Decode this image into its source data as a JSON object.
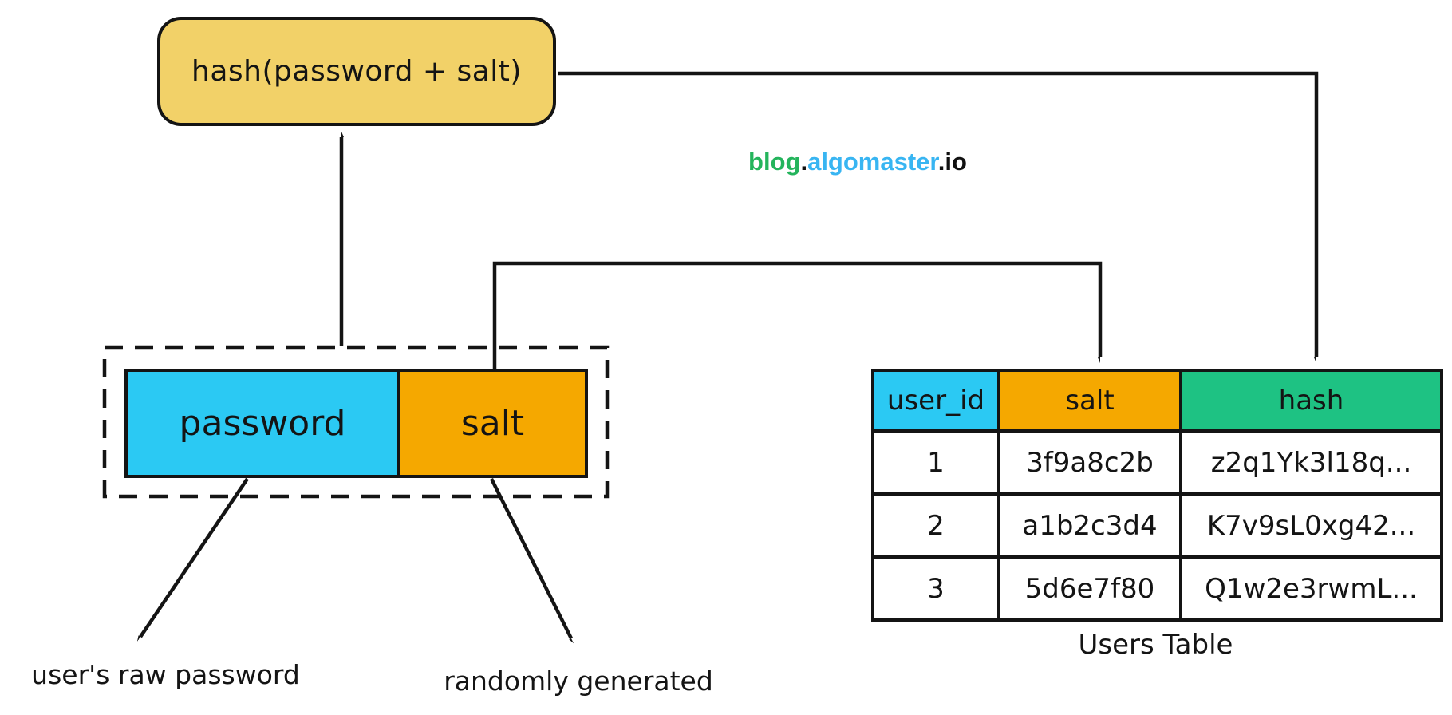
{
  "title_box": {
    "label": "hash(password + salt)"
  },
  "watermark": {
    "blog": "blog",
    "dot": ".",
    "domain": "algomaster",
    "tld": "io"
  },
  "input_box": {
    "password": "password",
    "salt": "salt"
  },
  "notes": {
    "password": "user's raw password",
    "salt": "randomly generated"
  },
  "users_table": {
    "caption": "Users Table",
    "headers": [
      "user_id",
      "salt",
      "hash"
    ],
    "rows": [
      [
        "1",
        "3f9a8c2b",
        "z2q1Yk3l18q..."
      ],
      [
        "2",
        "a1b2c3d4",
        "K7v9sL0xg42..."
      ],
      [
        "3",
        "5d6e7f80",
        "Q1w2e3rwmL..."
      ]
    ]
  },
  "colors": {
    "yellow": "#F2D168",
    "cyan": "#2BC9F3",
    "orange": "#F5A800",
    "green": "#1EC283",
    "ink": "#141414",
    "wm-green": "#24B45C",
    "wm-blue": "#38B5F2",
    "wm-dark": "#111111"
  }
}
